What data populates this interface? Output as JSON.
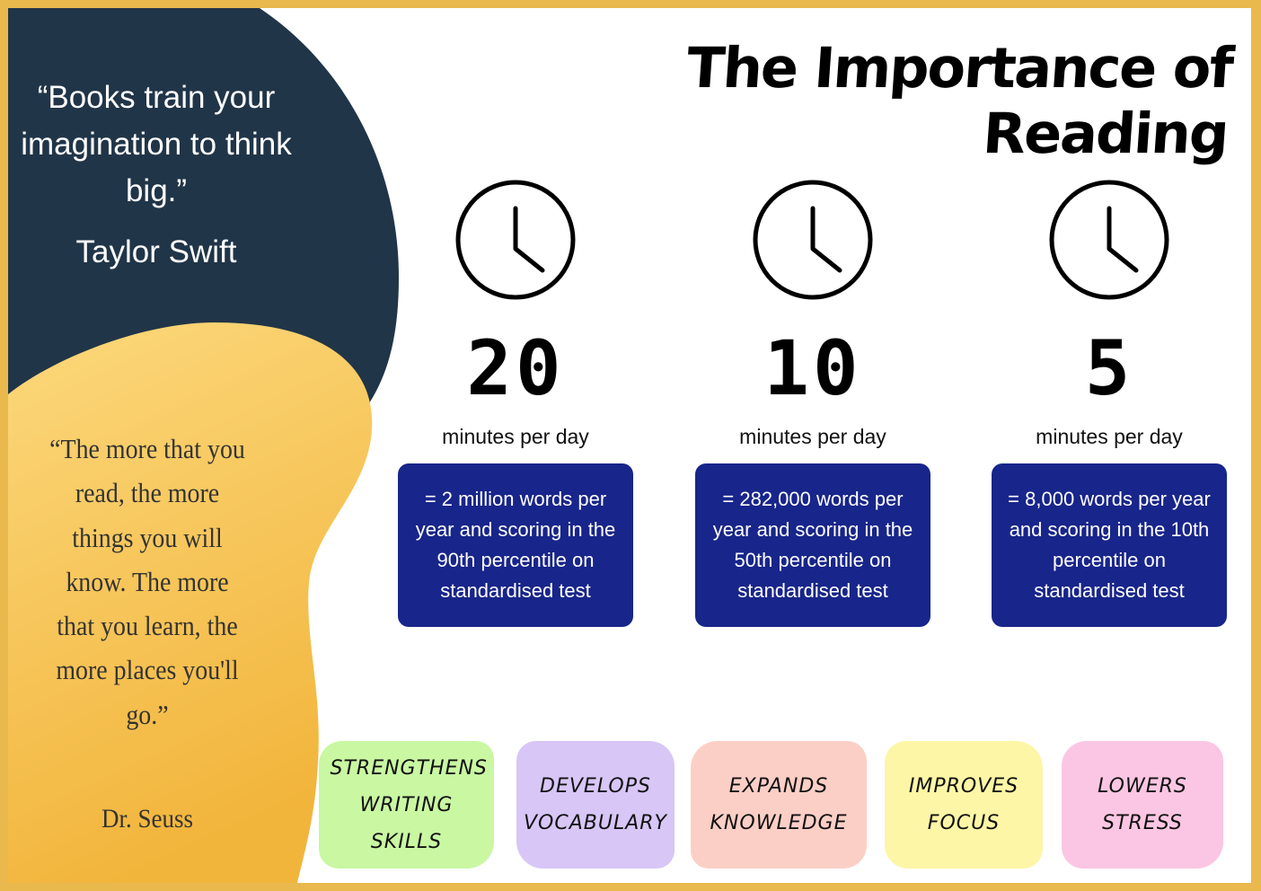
{
  "title": "The Importance of Reading",
  "quote_top": {
    "text": "“Books train your imagination to think big.”",
    "author": "Taylor Swift"
  },
  "quote_bottom": {
    "text": "“The more that you read, the more things you will know. The more that you learn, the more places you'll go.”",
    "author": "Dr. Seuss"
  },
  "stats": [
    {
      "minutes": "20",
      "unit": "minutes per day",
      "detail": "= 2 million words per year and scoring in the 90th percentile on standardised test"
    },
    {
      "minutes": "10",
      "unit": "minutes per day",
      "detail": "= 282,000 words per year and scoring in the 50th percentile on standardised test"
    },
    {
      "minutes": "5",
      "unit": "minutes per day",
      "detail": "= 8,000 words per year and scoring in the 10th percentile on standardised test"
    }
  ],
  "benefits": [
    {
      "label": "STRENGTHENS WRITING SKILLS",
      "color": "#c9f7a2"
    },
    {
      "label": "DEVELOPS VOCABULARY",
      "color": "#d7c6f6"
    },
    {
      "label": "EXPANDS KNOWLEDGE",
      "color": "#fccfc6"
    },
    {
      "label": "IMPROVES FOCUS",
      "color": "#fdf6a6"
    },
    {
      "label": "LOWERS STRESS",
      "color": "#fbc6e3"
    }
  ],
  "colors": {
    "frame": "#e9b94e",
    "navy_blob": "#213548",
    "yellow_blob": "#f4bd4f",
    "stat_box": "#18258a"
  },
  "icons": {
    "clock": "clock-icon"
  }
}
